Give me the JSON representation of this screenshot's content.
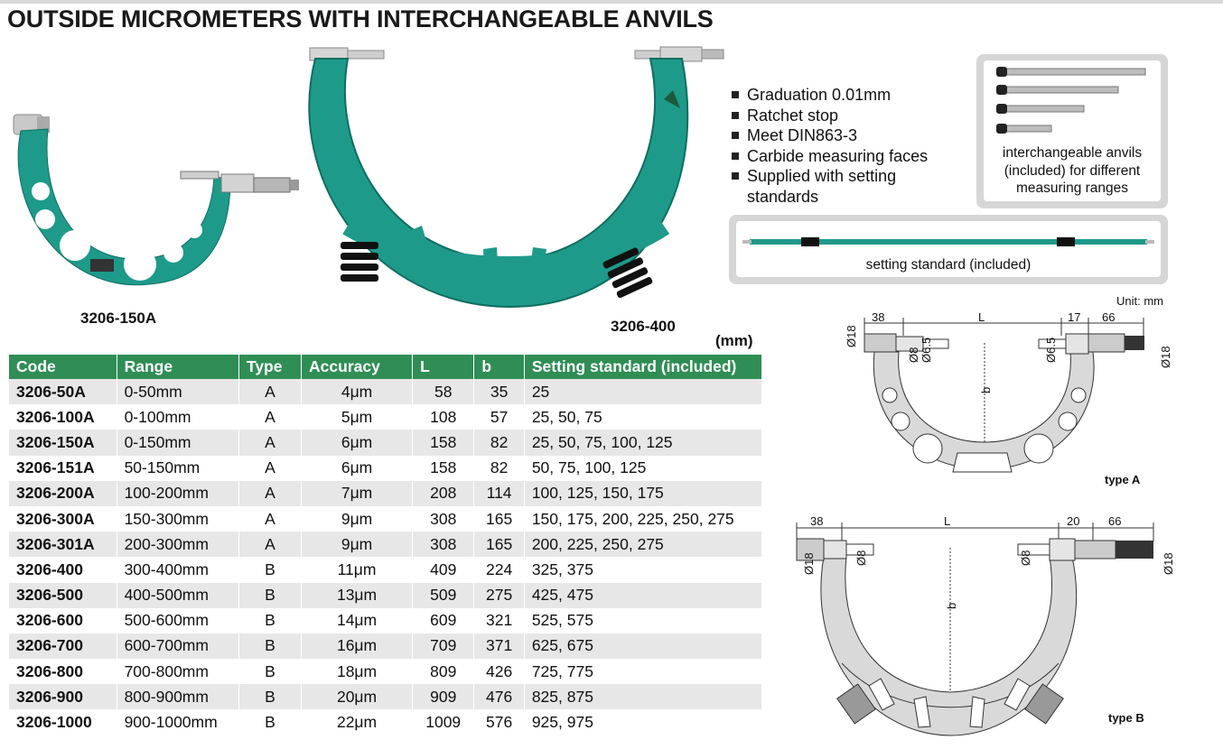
{
  "title": "OUTSIDE MICROMETERS WITH INTERCHANGEABLE ANVILS",
  "products": {
    "left_label": "3206-150A",
    "center_label": "3206-400"
  },
  "features": [
    "Graduation 0.01mm",
    "Ratchet stop",
    "Meet DIN863-3",
    "Carbide measuring faces",
    "Supplied with setting standards"
  ],
  "anvils_caption": "interchangeable anvils (included) for different measuring ranges",
  "setting_standard_caption": "setting standard (included)",
  "table_unit": "(mm)",
  "table": {
    "headers": [
      "Code",
      "Range",
      "Type",
      "Accuracy",
      "L",
      "b",
      "Setting standard (included)"
    ],
    "rows": [
      [
        "3206-50A",
        "0-50mm",
        "A",
        "4μm",
        "58",
        "35",
        "25"
      ],
      [
        "3206-100A",
        "0-100mm",
        "A",
        "5μm",
        "108",
        "57",
        "25, 50, 75"
      ],
      [
        "3206-150A",
        "0-150mm",
        "A",
        "6μm",
        "158",
        "82",
        "25, 50, 75, 100, 125"
      ],
      [
        "3206-151A",
        "50-150mm",
        "A",
        "6μm",
        "158",
        "82",
        "50, 75, 100, 125"
      ],
      [
        "3206-200A",
        "100-200mm",
        "A",
        "7μm",
        "208",
        "114",
        "100, 125, 150, 175"
      ],
      [
        "3206-300A",
        "150-300mm",
        "A",
        "9μm",
        "308",
        "165",
        "150, 175, 200, 225, 250, 275"
      ],
      [
        "3206-301A",
        "200-300mm",
        "A",
        "9μm",
        "308",
        "165",
        "200, 225, 250, 275"
      ],
      [
        "3206-400",
        "300-400mm",
        "B",
        "11μm",
        "409",
        "224",
        "325, 375"
      ],
      [
        "3206-500",
        "400-500mm",
        "B",
        "13μm",
        "509",
        "275",
        "425, 475"
      ],
      [
        "3206-600",
        "500-600mm",
        "B",
        "14μm",
        "609",
        "321",
        "525, 575"
      ],
      [
        "3206-700",
        "600-700mm",
        "B",
        "16μm",
        "709",
        "371",
        "625, 675"
      ],
      [
        "3206-800",
        "700-800mm",
        "B",
        "18μm",
        "809",
        "426",
        "725, 775"
      ],
      [
        "3206-900",
        "800-900mm",
        "B",
        "20μm",
        "909",
        "476",
        "825, 875"
      ],
      [
        "3206-1000",
        "900-1000mm",
        "B",
        "22μm",
        "1009",
        "576",
        "925, 975"
      ]
    ]
  },
  "diagram_a": {
    "unit": "Unit: mm",
    "caption": "type A",
    "dims": {
      "left": "38",
      "mid": "L",
      "right_gap": "17",
      "right": "66",
      "d18l": "Ø18",
      "d8": "Ø8",
      "d65l": "Ø6.5",
      "d65r": "Ø6.5",
      "d18r": "Ø18",
      "b": "b"
    }
  },
  "diagram_b": {
    "caption": "type B",
    "dims": {
      "left": "38",
      "mid": "L",
      "right_gap": "20",
      "right": "66",
      "d18l": "Ø18",
      "d8l": "Ø8",
      "d8r": "Ø8",
      "d18r": "Ø18",
      "b": "b"
    }
  },
  "colors": {
    "accent": "#2f8e55",
    "frame": "#1e9a8a",
    "row_alt": "#e7e7e7"
  }
}
